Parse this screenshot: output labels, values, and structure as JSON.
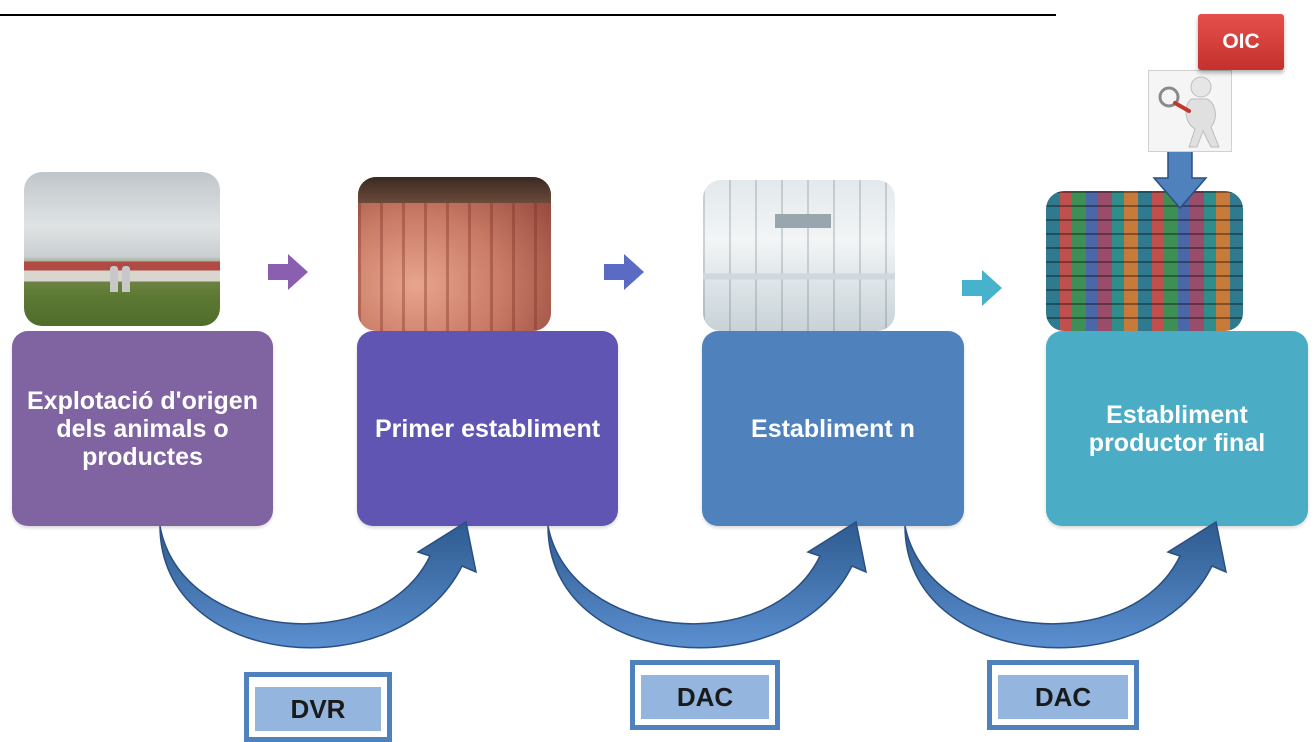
{
  "header": {
    "text": ""
  },
  "steps": [
    {
      "label": "Explotació d'origen dels animals o productes",
      "color": "#8064a2"
    },
    {
      "label": "Primer establiment",
      "color": "#6055b2"
    },
    {
      "label": "Establiment n",
      "color": "#4f81bd"
    },
    {
      "label": "Establiment productor final",
      "color": "#4bacc6"
    }
  ],
  "documents": [
    "DVR",
    "DAC",
    "DAC"
  ],
  "inspector_badge": "OIC",
  "icons": [
    "arrow-right-icon",
    "curved-arrow-icon",
    "down-arrow-icon",
    "inspector-magnifier-icon"
  ],
  "colors": {
    "arrow": "#4f81bd",
    "arrow_dark": "#2e5b8f",
    "badge": "#d9403b"
  }
}
